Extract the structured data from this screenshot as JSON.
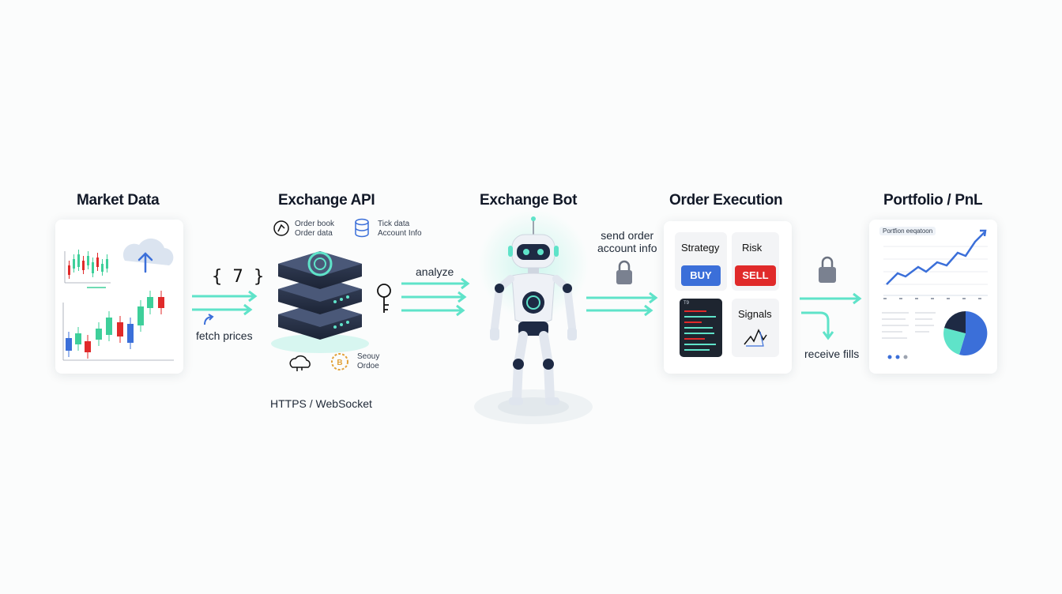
{
  "stages": {
    "market_data": {
      "title": "Market Data",
      "arrow_label": "fetch prices",
      "code_glyph": "{ 7 }"
    },
    "exchange_api": {
      "title": "Exchange API",
      "legend": [
        {
          "icon": "order-book-icon",
          "lines": [
            "Order book",
            "Order data"
          ]
        },
        {
          "icon": "database-icon",
          "lines": [
            "Tick data",
            "Account Info"
          ]
        }
      ],
      "bottom_legend": [
        {
          "icon": "cloud-icon",
          "lines": []
        },
        {
          "icon": "security-badge-icon",
          "lines": [
            "Seouy",
            "Ordoe"
          ]
        }
      ],
      "protocol": "HTTPS / WebSocket"
    },
    "exchange_bot": {
      "title": "Exchange Bot",
      "arrow_label": "analyze"
    },
    "order_execution": {
      "title": "Order Execution",
      "arrow_label_lines": [
        "send order",
        "account info"
      ],
      "strategy_label": "Strategy",
      "risk_label": "Risk",
      "buy_label": "BUY",
      "sell_label": "SELL",
      "signals_label": "Signals",
      "log_header": "T9"
    },
    "portfolio": {
      "title": "Portfolio / PnL",
      "arrow_label": "receive fills",
      "chart_caption": "Portfion eeqatoon"
    }
  },
  "colors": {
    "accent": "#5fe3c9",
    "blue": "#3b6fd9",
    "red": "#e02a2a",
    "green": "#3ecf9a",
    "navy": "#1e2a44"
  }
}
